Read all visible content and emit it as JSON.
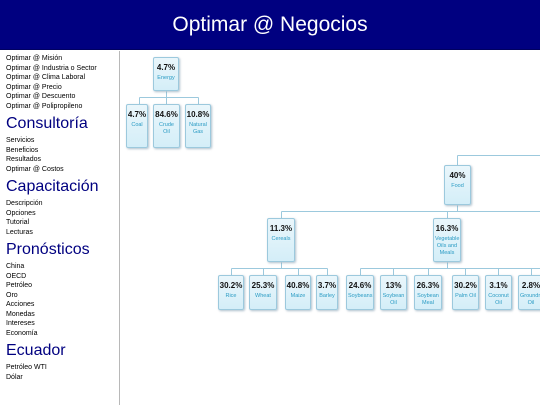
{
  "header": {
    "title": "Optimar @ Negocios"
  },
  "sidebar": {
    "top_links": [
      "Optimar @ Misión",
      "Optimar @ Industria o Sector",
      "Optimar @ Clima Laboral",
      "Optimar @ Precio",
      "Optimar @ Descuento",
      "Optimar @ Polipropileno"
    ],
    "sections": [
      {
        "title": "Consultoría",
        "links": [
          "Servicios",
          "Beneficios",
          "Resultados",
          "Optimar @ Costos"
        ]
      },
      {
        "title": "Capacitación",
        "links": [
          "Descripción",
          "Opciones",
          "Tutorial",
          "Lecturas"
        ]
      },
      {
        "title": "Pronósticos",
        "links": [
          "China",
          "OECD",
          "Petróleo",
          "Oro",
          "Acciones",
          "Monedas",
          "Intereses",
          "Economía"
        ]
      },
      {
        "title": "Ecuador",
        "links": [
          "Petróleo WTI",
          "Dólar"
        ]
      }
    ]
  },
  "tree": {
    "line_color": "#9cc9dd",
    "nodes": {
      "energy": {
        "pct": "4.7%",
        "name": "Energy"
      },
      "coal": {
        "pct": "4.7%",
        "name": "Coal"
      },
      "crude_oil": {
        "pct": "84.6%",
        "name": "Crude Oil"
      },
      "natural_gas": {
        "pct": "10.8%",
        "name": "Natural Gas"
      },
      "food": {
        "pct": "40%",
        "name": "Food"
      },
      "cereals": {
        "pct": "11.3%",
        "name": "Cereals"
      },
      "veg_oils": {
        "pct": "16.3%",
        "name": "Vegetable Oils and Meals"
      },
      "rice": {
        "pct": "30.2%",
        "name": "Rice"
      },
      "wheat": {
        "pct": "25.3%",
        "name": "Wheat"
      },
      "maize": {
        "pct": "40.8%",
        "name": "Maize"
      },
      "barley": {
        "pct": "3.7%",
        "name": "Barley"
      },
      "soybeans": {
        "pct": "24.6%",
        "name": "Soybeans"
      },
      "soybean_oil": {
        "pct": "13%",
        "name": "Soybean Oil"
      },
      "soybean_meal": {
        "pct": "26.3%",
        "name": "Soybean Meal"
      },
      "palm_oil": {
        "pct": "30.2%",
        "name": "Palm Oil"
      },
      "coconut_oil": {
        "pct": "3.1%",
        "name": "Coconut Oil"
      },
      "groundnut": {
        "pct": "2.8%",
        "name": "Groundnut Oil"
      }
    }
  }
}
